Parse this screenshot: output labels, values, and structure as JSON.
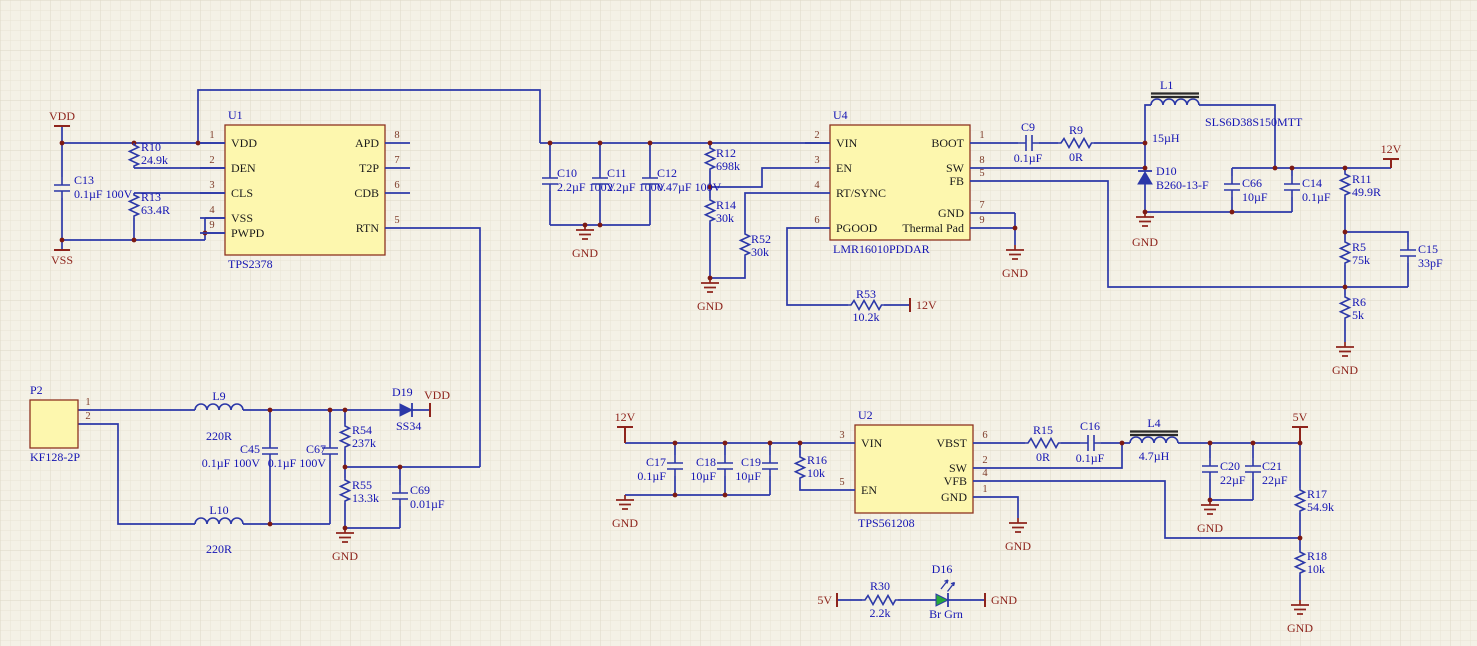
{
  "nets": {
    "vdd": "VDD",
    "vss": "VSS",
    "gnd": "GND",
    "v12": "12V",
    "v5": "5V"
  },
  "ics": {
    "u1": {
      "ref": "U1",
      "part": "TPS2378",
      "pins_left": [
        {
          "n": "1",
          "name": "VDD"
        },
        {
          "n": "2",
          "name": "DEN"
        },
        {
          "n": "3",
          "name": "CLS"
        },
        {
          "n": "4",
          "name": "VSS"
        },
        {
          "n": "9",
          "name": "PWPD"
        }
      ],
      "pins_right": [
        {
          "n": "8",
          "name": "APD"
        },
        {
          "n": "7",
          "name": "T2P"
        },
        {
          "n": "6",
          "name": "CDB"
        },
        {
          "n": "5",
          "name": "RTN"
        }
      ]
    },
    "u4": {
      "ref": "U4",
      "part": "LMR16010PDDAR",
      "pins_left": [
        {
          "n": "2",
          "name": "VIN"
        },
        {
          "n": "3",
          "name": "EN"
        },
        {
          "n": "4",
          "name": "RT/SYNC"
        },
        {
          "n": "6",
          "name": "PGOOD"
        }
      ],
      "pins_right": [
        {
          "n": "1",
          "name": "BOOT"
        },
        {
          "n": "8",
          "name": "SW"
        },
        {
          "n": "5",
          "name": "FB"
        },
        {
          "n": "7",
          "name": "GND"
        },
        {
          "n": "9",
          "name": "Thermal Pad"
        }
      ]
    },
    "u2": {
      "ref": "U2",
      "part": "TPS561208",
      "pins_left": [
        {
          "n": "3",
          "name": "VIN"
        },
        {
          "n": "5",
          "name": "EN"
        }
      ],
      "pins_right": [
        {
          "n": "6",
          "name": "VBST"
        },
        {
          "n": "2",
          "name": "SW"
        },
        {
          "n": "4",
          "name": "VFB"
        },
        {
          "n": "1",
          "name": "GND"
        }
      ]
    }
  },
  "connectors": {
    "p2": {
      "ref": "P2",
      "part": "KF128-2P",
      "pins": [
        "1",
        "2"
      ]
    }
  },
  "resistors": {
    "r10": {
      "ref": "R10",
      "value": "24.9k"
    },
    "r13": {
      "ref": "R13",
      "value": "63.4R"
    },
    "r12": {
      "ref": "R12",
      "value": "698k"
    },
    "r14": {
      "ref": "R14",
      "value": "30k"
    },
    "r52": {
      "ref": "R52",
      "value": "30k"
    },
    "r53": {
      "ref": "R53",
      "value": "10.2k"
    },
    "r9": {
      "ref": "R9",
      "value": "0R"
    },
    "r11": {
      "ref": "R11",
      "value": "49.9R"
    },
    "r5": {
      "ref": "R5",
      "value": "75k"
    },
    "r6": {
      "ref": "R6",
      "value": "5k"
    },
    "r54": {
      "ref": "R54",
      "value": "237k"
    },
    "r55": {
      "ref": "R55",
      "value": "13.3k"
    },
    "r16": {
      "ref": "R16",
      "value": "10k"
    },
    "r15": {
      "ref": "R15",
      "value": "0R"
    },
    "r17": {
      "ref": "R17",
      "value": "54.9k"
    },
    "r18": {
      "ref": "R18",
      "value": "10k"
    },
    "r30": {
      "ref": "R30",
      "value": "2.2k"
    }
  },
  "capacitors": {
    "c13": {
      "ref": "C13",
      "value": "0.1µF 100V"
    },
    "c10": {
      "ref": "C10",
      "value": "2.2µF 100V"
    },
    "c11": {
      "ref": "C11",
      "value": "2.2µF 100V"
    },
    "c12": {
      "ref": "C12",
      "value": "0.47µF 100V"
    },
    "c9": {
      "ref": "C9",
      "value": "0.1µF"
    },
    "c66": {
      "ref": "C66",
      "value": "10µF"
    },
    "c14": {
      "ref": "C14",
      "value": "0.1µF"
    },
    "c15": {
      "ref": "C15",
      "value": "33pF"
    },
    "c45": {
      "ref": "C45",
      "value": "0.1µF 100V"
    },
    "c67": {
      "ref": "C67",
      "value": "0.1µF 100V"
    },
    "c69": {
      "ref": "C69",
      "value": "0.01µF"
    },
    "c17": {
      "ref": "C17",
      "value": "0.1µF"
    },
    "c18": {
      "ref": "C18",
      "value": "10µF"
    },
    "c19": {
      "ref": "C19",
      "value": "10µF"
    },
    "c16": {
      "ref": "C16",
      "value": "0.1µF"
    },
    "c20": {
      "ref": "C20",
      "value": "22µF"
    },
    "c21": {
      "ref": "C21",
      "value": "22µF"
    }
  },
  "inductors": {
    "l1": {
      "ref": "L1",
      "part": "SLS6D38S150MTT",
      "value": "15µH"
    },
    "l4": {
      "ref": "L4",
      "value": "4.7µH"
    },
    "l9": {
      "ref": "L9",
      "value": "220R"
    },
    "l10": {
      "ref": "L10",
      "value": "220R"
    }
  },
  "diodes": {
    "d19": {
      "ref": "D19",
      "value": "SS34"
    },
    "d10": {
      "ref": "D10",
      "value": "B260-13-F"
    },
    "d16": {
      "ref": "D16",
      "value": "Br Grn"
    }
  }
}
